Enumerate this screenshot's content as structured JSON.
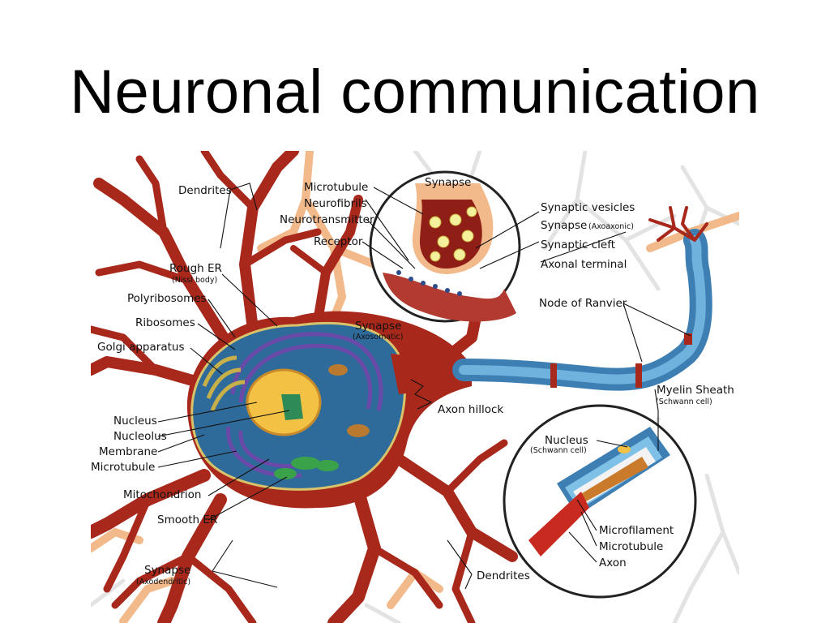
{
  "slide": {
    "title": "Neuronal communication"
  },
  "diagram": {
    "labels": {
      "dendrites_top": "Dendrites",
      "rough_er": "Rough ER",
      "nissl_body": "(Nissl body)",
      "polyribosomes": "Polyribosomes",
      "ribosomes": "Ribosomes",
      "golgi": "Golgi apparatus",
      "nucleus": "Nucleus",
      "nucleolus": "Nucleolus",
      "membrane": "Membrane",
      "microtubule_left": "Microtubule",
      "mitochondrion": "Mitochondrion",
      "smooth_er": "Smooth ER",
      "synapse_axodendritic": "Synapse",
      "axodendritic": "(Axodendritic)",
      "dendrites_bottom": "Dendrites",
      "synapse_title": "Synapse",
      "microtubule_top": "Microtubule",
      "neurofibrils": "Neurofibrils",
      "neurotransmitter": "Neurotransmitter",
      "receptor": "Receptor",
      "synaptic_vesicles": "Synaptic vesicles",
      "synapse_axoaxonic": "Synapse",
      "axoaxonic": "(Axoaxonic)",
      "synaptic_cleft": "Synaptic cleft",
      "axonal_terminal": "Axonal terminal",
      "node_of_ranvier": "Node of Ranvier",
      "synapse_axosomatic": "Synapse",
      "axosomatic": "(Axosomatic)",
      "axon_hillock": "Axon hillock",
      "myelin_sheath": "Myelin Sheath",
      "schwann_cell_1": "(Schwann cell)",
      "nucleus_schwann": "Nucleus",
      "schwann_cell_2": "(Schwann cell)",
      "microfilament": "Microfilament",
      "microtubule_right": "Microtubule",
      "axon": "Axon"
    }
  }
}
